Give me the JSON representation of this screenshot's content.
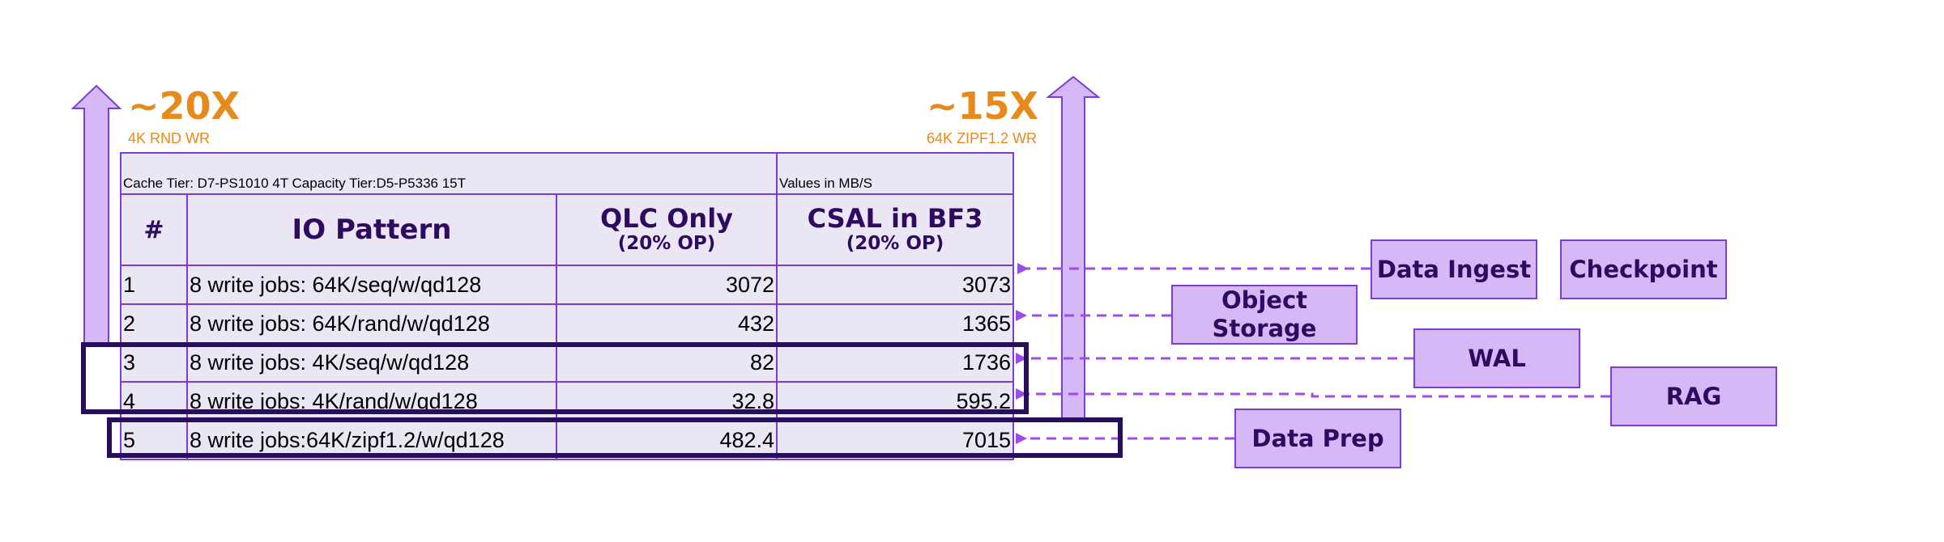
{
  "callouts": {
    "left": {
      "multiplier": "~20X",
      "workload": "4K RND WR"
    },
    "right": {
      "multiplier": "~15X",
      "workload": "64K ZIPF1.2 WR"
    }
  },
  "table": {
    "meta_left": "Cache Tier:  D7-PS1010 4T  Capacity Tier:D5-P5336 15T",
    "meta_right": "Values in MB/S",
    "headers": {
      "index": "#",
      "pattern": "IO Pattern",
      "qlc_title": "QLC Only",
      "qlc_sub": "(20% OP)",
      "csal_title": "CSAL in BF3",
      "csal_sub": "(20% OP)"
    },
    "rows": [
      {
        "index": "1",
        "pattern": "8 write jobs: 64K/seq/w/qd128",
        "qlc": "3072",
        "csal": "3073"
      },
      {
        "index": "2",
        "pattern": "8 write jobs: 64K/rand/w/qd128",
        "qlc": "432",
        "csal": "1365"
      },
      {
        "index": "3",
        "pattern": "8 write jobs: 4K/seq/w/qd128",
        "qlc": "82",
        "csal": "1736"
      },
      {
        "index": "4",
        "pattern": "8 write jobs: 4K/rand/w/qd128",
        "qlc": "32.8",
        "csal": "595.2"
      },
      {
        "index": "5",
        "pattern": "8 write jobs:64K/zipf1.2/w/qd128",
        "qlc": "482.4",
        "csal": "7015"
      }
    ]
  },
  "workloads": {
    "data_ingest": "Data Ingest",
    "checkpoint": "Checkpoint",
    "object_storage": "Object Storage",
    "wal": "WAL",
    "rag": "RAG",
    "data_prep": "Data Prep"
  },
  "colors": {
    "accent_orange": "#e8891c",
    "table_border": "#7b3fd0",
    "table_fill": "#ebe6f4",
    "header_text": "#2e0b60",
    "label_fill": "#d7b8f7",
    "arrow_fill": "#d7b8f7",
    "dash_arrow": "#9b4de8",
    "highlight_box": "#2a0e5e"
  }
}
